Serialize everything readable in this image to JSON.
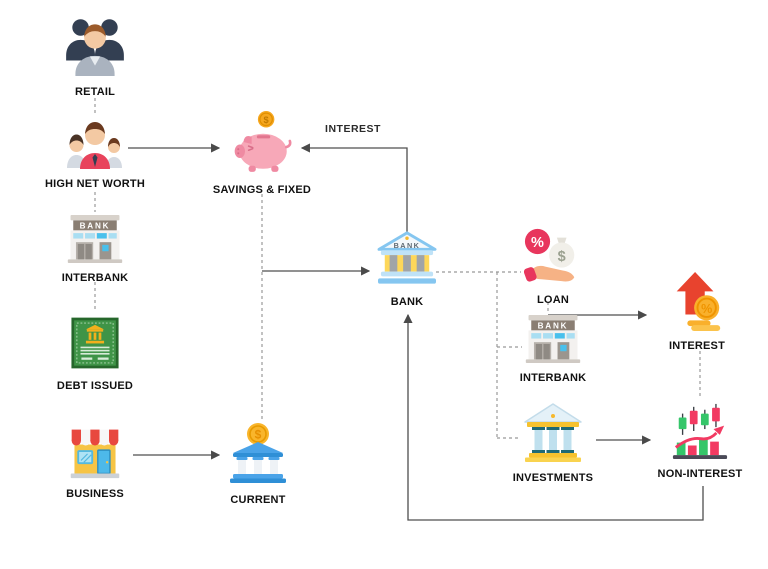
{
  "diagram": {
    "title_hint": "bank-funds-flow-diagram",
    "edge_label": "INTEREST",
    "colors": {
      "background": "#ffffff",
      "solid_line": "#4f4f4f",
      "dashed_line": "#999999",
      "label_text": "#111111",
      "piggy_pink": "#f7a8b8",
      "bank_blue": "#85c6f0",
      "loan_red": "#e8365d",
      "gold": "#f9b02c",
      "gain_green": "#35c66a",
      "loss_red": "#f23a62"
    },
    "symbols": {
      "dollar": "$",
      "percent": "%"
    },
    "nodes": {
      "retail": {
        "label": "RETAIL",
        "icon": "people-group-icon"
      },
      "high_net_worth": {
        "label": "HIGH NET WORTH",
        "icon": "family-icon"
      },
      "interbank_left": {
        "label": "INTERBANK",
        "icon": "bank-building-icon",
        "sign_text": "BANK"
      },
      "debt_issued": {
        "label": "DEBT ISSUED",
        "icon": "bond-certificate-icon"
      },
      "business": {
        "label": "BUSINESS",
        "icon": "storefront-icon"
      },
      "savings_fixed": {
        "label": "SAVINGS & FIXED",
        "icon": "piggy-bank-icon"
      },
      "current": {
        "label": "CURRENT",
        "icon": "bank-dollar-icon"
      },
      "bank": {
        "label": "BANK",
        "icon": "classical-bank-icon",
        "sign_text": "BANK"
      },
      "loan": {
        "label": "LOAN",
        "icon": "loan-hand-icon"
      },
      "interbank_right": {
        "label": "INTERBANK",
        "icon": "bank-building-icon",
        "sign_text": "BANK"
      },
      "investments": {
        "label": "INVESTMENTS",
        "icon": "columns-building-icon"
      },
      "interest": {
        "label": "INTEREST",
        "icon": "interest-growth-icon"
      },
      "non_interest": {
        "label": "NON-INTEREST",
        "icon": "candlestick-chart-icon"
      }
    }
  }
}
